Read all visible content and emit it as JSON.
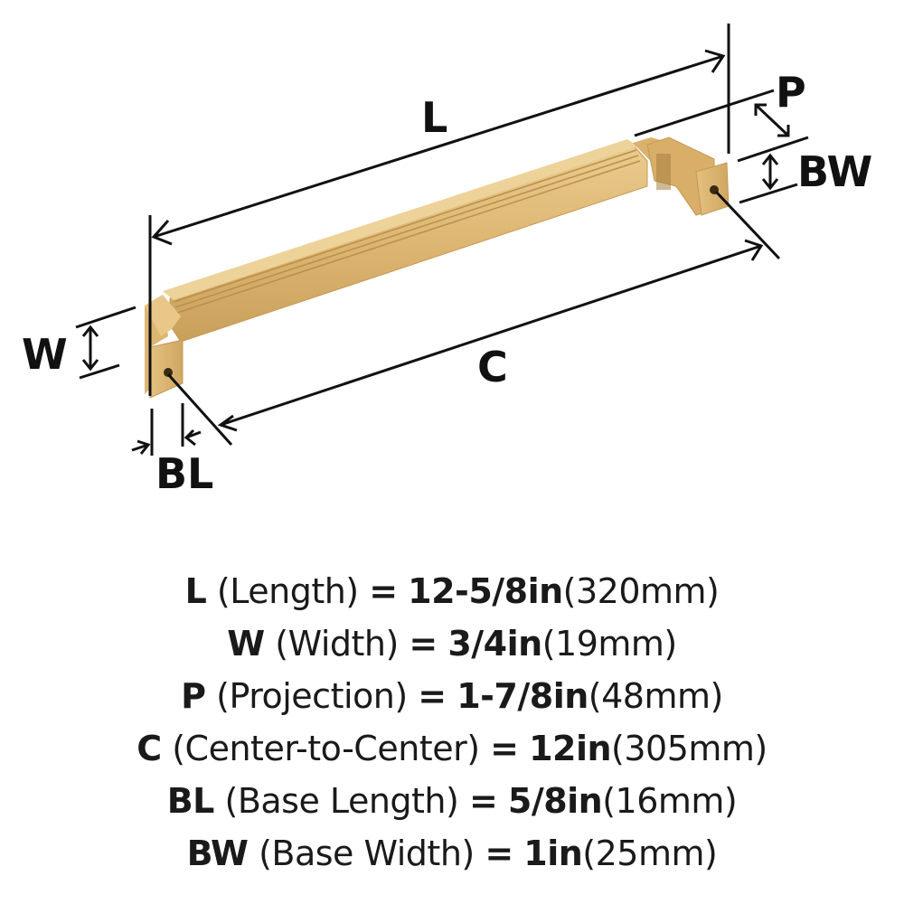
{
  "diagram": {
    "subject": "cabinet-pull-handle",
    "finish_color": "#D9B36E",
    "finish_shadow": "#B8904A",
    "finish_highlight": "#EBCB8E",
    "line_color": "#111111",
    "callouts": {
      "L": "L",
      "C": "C",
      "W": "W",
      "P": "P",
      "BL": "BL",
      "BW": "BW"
    }
  },
  "specs": [
    {
      "code": "L",
      "name": "(Length)",
      "eq": "=",
      "imperial": "12-5/8in",
      "metric": "(320mm)"
    },
    {
      "code": "W",
      "name": "(Width)",
      "eq": "=",
      "imperial": "3/4in",
      "metric": "(19mm)"
    },
    {
      "code": "P",
      "name": "(Projection)",
      "eq": "=",
      "imperial": "1-7/8in",
      "metric": "(48mm)"
    },
    {
      "code": "C",
      "name": "(Center-to-Center)",
      "eq": "=",
      "imperial": "12in",
      "metric": "(305mm)"
    },
    {
      "code": "BL",
      "name": "(Base Length)",
      "eq": "=",
      "imperial": "5/8in",
      "metric": "(16mm)"
    },
    {
      "code": "BW",
      "name": "(Base Width)",
      "eq": "=",
      "imperial": "1in",
      "metric": "(25mm)"
    }
  ]
}
